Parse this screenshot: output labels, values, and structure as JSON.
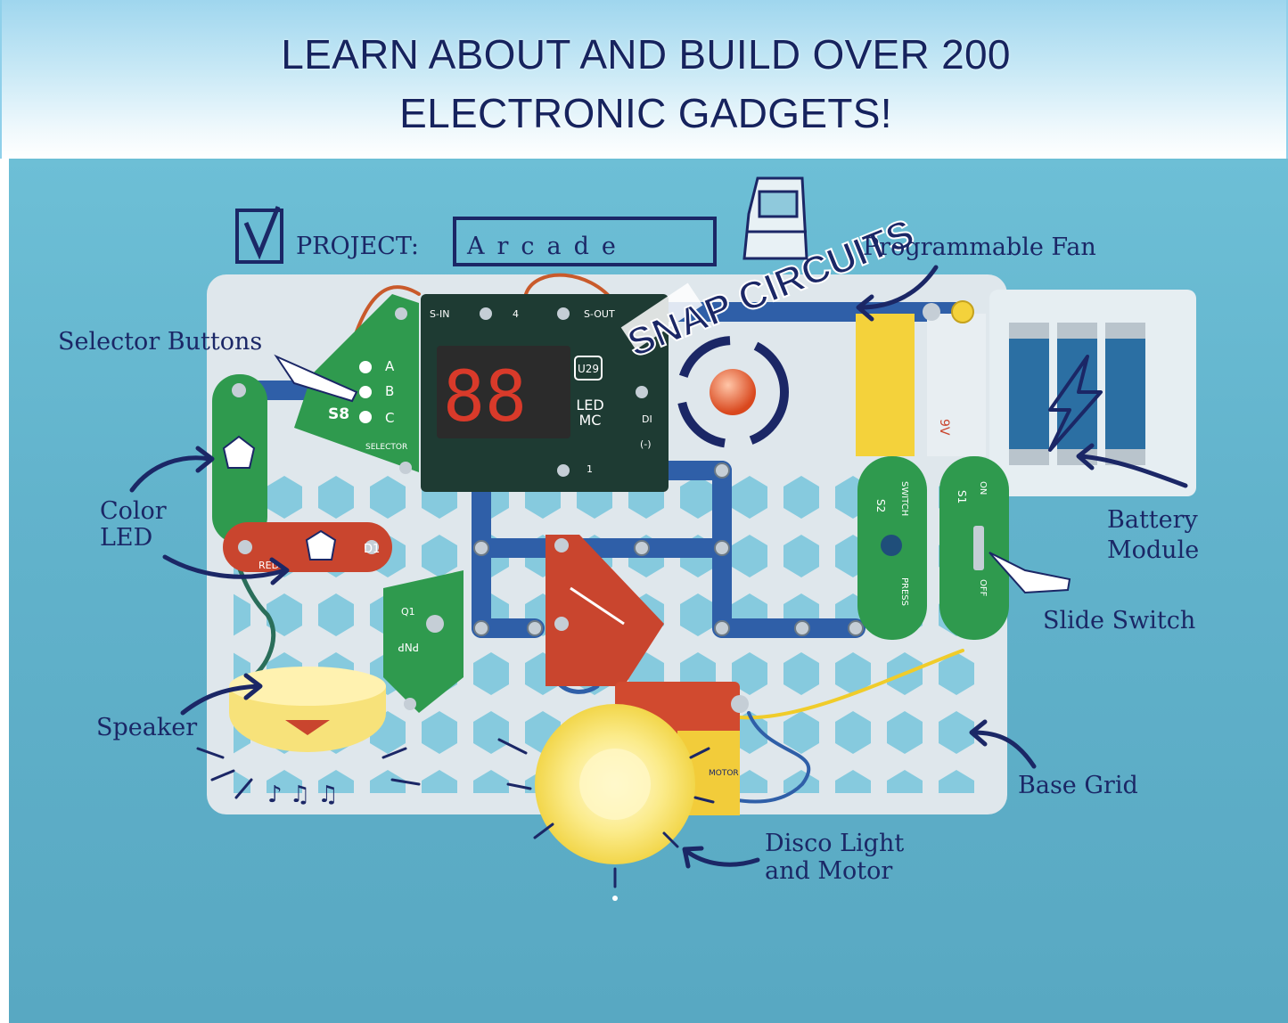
{
  "headline": {
    "line1": "LEARN ABOUT AND BUILD OVER 200",
    "line2": "ELECTRONIC GADGETS!"
  },
  "project": {
    "label": "PROJECT:",
    "name": "Arcade"
  },
  "logo": {
    "text": "SNAP CIRCUITS"
  },
  "callouts": {
    "selector_buttons": "Selector Buttons",
    "color_led_1": "Color",
    "color_led_2": "LED",
    "speaker": "Speaker",
    "programmable_fan": "Programmable Fan",
    "battery_module_1": "Battery",
    "battery_module_2": "Module",
    "slide_switch": "Slide Switch",
    "base_grid": "Base Grid",
    "disco_light_1": "Disco Light",
    "disco_light_2": "and Motor"
  },
  "board": {
    "display_digits": "88",
    "display_id": "U29",
    "display_label_1": "LED",
    "display_label_2": "MC",
    "s_in": "S-IN",
    "s_out": "S-OUT",
    "pin_4": "4",
    "pin_1": "1",
    "di": "DI",
    "minus": "(-)",
    "selector_id": "S8",
    "selector_a": "A",
    "selector_b": "B",
    "selector_c": "C",
    "selector_label": "SELECTOR",
    "led_id": "D1",
    "led_color": "RED",
    "pnp_label": "PNP",
    "q_label": "Q1",
    "switch_s2": "S2",
    "switch_label": "SWITCH",
    "press_label": "PRESS",
    "switch_s1": "S1",
    "on_label": "ON",
    "off_label": "OFF",
    "battery_voltage": "9V",
    "motor_label": "MOTOR"
  },
  "colors": {
    "navy": "#16235e",
    "background": "#62b3cc",
    "board": "#dfe7ec",
    "green_part": "#2f9a4e",
    "red_part": "#c9452e",
    "blue_wire": "#2f5fa8",
    "yellow": "#f4d23b"
  }
}
